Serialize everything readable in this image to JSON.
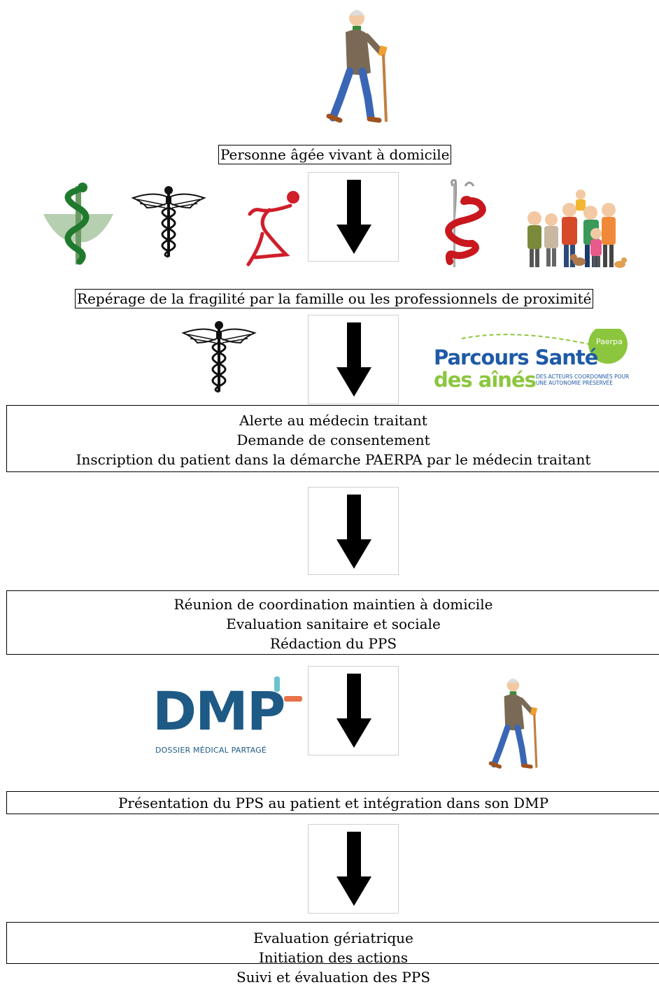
{
  "steps": {
    "person_label": "Personne âgée vivant à domicile",
    "screening_label": "Repérage de la fragilité par la famille ou les professionnels de proximité",
    "alert_lines": [
      "Alerte au médecin traitant",
      "Demande de consentement",
      "Inscription du patient dans la démarche PAERPA par le médecin traitant"
    ],
    "meeting_lines": [
      "Réunion de coordination maintien à domicile",
      "Evaluation sanitaire et sociale",
      "Rédaction du PPS"
    ],
    "presentation_label": "Présentation du PPS au patient et intégration dans son DMP",
    "final_lines": [
      "Evaluation gériatrique",
      "Initiation des actions",
      "Suivi et évaluation des PPS"
    ]
  },
  "logos": {
    "dmp_letters": "DMP",
    "dmp_subtitle": "DOSSIER MÉDICAL PARTAGÉ",
    "paerpa_title_1": "Parcours Santé",
    "paerpa_title_2": "des aînés",
    "paerpa_badge": "Paerpa",
    "paerpa_tagline_1": "DES ACTEURS COORDONNÉS POUR",
    "paerpa_tagline_2": "UNE AUTONOMIE PRÉSERVÉE"
  },
  "colors": {
    "dmp_blue": "#1e5a86",
    "dmp_orange": "#e8734a",
    "paerpa_blue": "#1f5aa6",
    "paerpa_green": "#8cc63f",
    "caduceus_red": "#cc1f26",
    "pharmacy_green": "#2e8b3a"
  },
  "icons": [
    "elderly-walker-icon",
    "pharmacy-icon",
    "caduceus-icon",
    "physio-icon",
    "medical-red-icon",
    "family-icon",
    "down-arrow-icon"
  ]
}
